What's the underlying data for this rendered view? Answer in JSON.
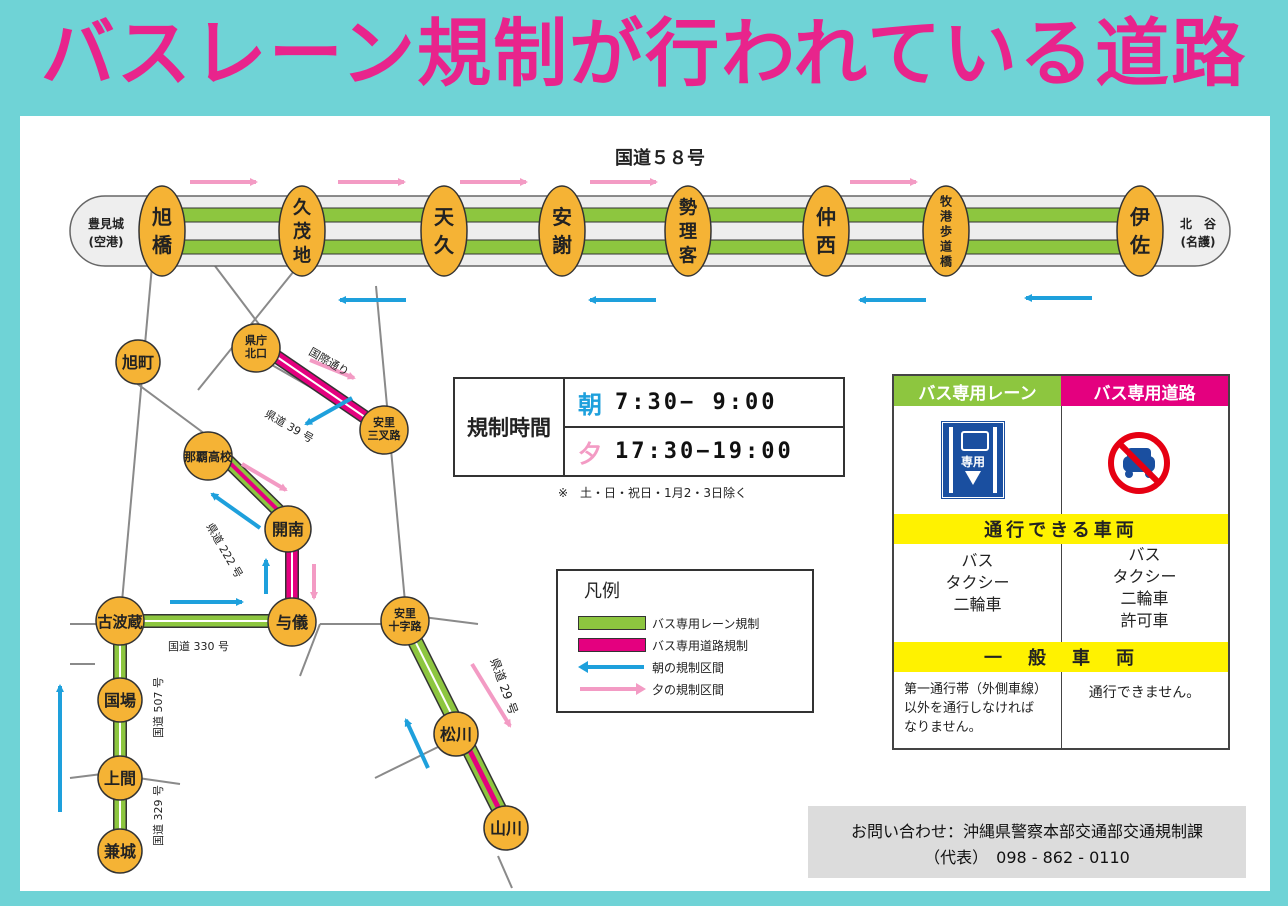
{
  "title": "バスレーン規制が行われている道路",
  "route58": {
    "label": "国道５８号",
    "end_left": [
      "豊見城",
      "(空港)"
    ],
    "end_right": [
      "北　谷",
      "(名護)"
    ],
    "stops": [
      {
        "id": "asahibashi",
        "label": "旭橋"
      },
      {
        "id": "kumoji",
        "label": "久茂地"
      },
      {
        "id": "tenku",
        "label": "天久"
      },
      {
        "id": "ajya",
        "label": "安謝"
      },
      {
        "id": "serikyaku",
        "label": "勢理客"
      },
      {
        "id": "nakanishi",
        "label": "仲西"
      },
      {
        "id": "makiminato",
        "label": "牧港歩道橋"
      },
      {
        "id": "isa",
        "label": "伊佐"
      }
    ]
  },
  "nodes": [
    {
      "id": "asahimachi",
      "label": "旭町"
    },
    {
      "id": "kencho",
      "label": "県庁北口"
    },
    {
      "id": "asato3",
      "label": "安里三叉路"
    },
    {
      "id": "naha-koko",
      "label": "那覇高校"
    },
    {
      "id": "kainan",
      "label": "開南"
    },
    {
      "id": "kohagura",
      "label": "古波蔵"
    },
    {
      "id": "yogi",
      "label": "与儀"
    },
    {
      "id": "asato10",
      "label": "安里十字路"
    },
    {
      "id": "kokuba",
      "label": "国場"
    },
    {
      "id": "ueema",
      "label": "上間"
    },
    {
      "id": "kaneshiro",
      "label": "兼城"
    },
    {
      "id": "matsukawa",
      "label": "松川"
    },
    {
      "id": "yamakawa",
      "label": "山川"
    }
  ],
  "roads": {
    "kokusai": "国際通り",
    "r39": "県道 39 号",
    "r222": "県道 222 号",
    "r330": "国道 330 号",
    "r507": "国道 507 号",
    "r329": "国道 329 号",
    "r29": "県道 29 号"
  },
  "schedule": {
    "label": "規制時間",
    "morning_key": "朝",
    "morning_time": "7:30−  9:00",
    "evening_key": "夕",
    "evening_time": "17:30−19:00",
    "note": "※　土・日・祝日・1月2・3日除く"
  },
  "legend": {
    "title": "凡例",
    "items": [
      {
        "label": "バス専用レーン規制"
      },
      {
        "label": "バス専用道路規制"
      },
      {
        "label": "朝の規制区間"
      },
      {
        "label": "夕の規制区間"
      }
    ]
  },
  "info": {
    "lane_header": "バス専用レーン",
    "road_header": "バス専用道路",
    "sign_text": "専用",
    "allowed_title": "通行できる車両",
    "lane_allowed": [
      "バス",
      "タクシー",
      "二輪車"
    ],
    "road_allowed": [
      "バス",
      "タクシー",
      "二輪車",
      "許可車"
    ],
    "general_title": "一　般　車　両",
    "lane_general": [
      "第一通行帯（外側車線）",
      "以外を通行しなければ",
      "なりません。"
    ],
    "road_general": "通行できません。"
  },
  "contact": {
    "line1": "お問い合わせ：沖縄県警察本部交通部交通規制課",
    "line2": "（代表）　098 - 862 - 0110"
  },
  "colors": {
    "background": "#6fd3d6",
    "title": "#e8248c",
    "green_lane": "#8dc63f",
    "magenta_road": "#e4007f",
    "morning_arrow": "#1ea0dc",
    "evening_arrow": "#f39bc4",
    "node_fill": "#f5b335",
    "yellow_band": "#fff200"
  }
}
